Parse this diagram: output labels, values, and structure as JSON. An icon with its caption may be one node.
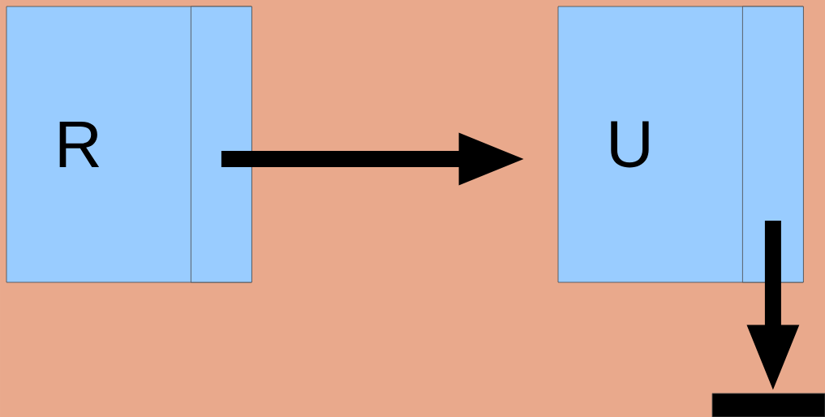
{
  "diagram": {
    "nodes": [
      {
        "text": [
          "R"
        ]
      },
      {
        "text": [],
        "shape": "box",
        "in": 0
      },
      {
        "text": [
          "U"
        ]
      },
      {
        "text": [],
        "shape": "box",
        "in": 2
      },
      {
        "text": [],
        "shape": "bar"
      }
    ],
    "edges": [
      {
        "from": 1,
        "to": 2,
        "arrow": "to"
      },
      {
        "from": 3,
        "to": 4,
        "arrow": "to"
      }
    ]
  }
}
